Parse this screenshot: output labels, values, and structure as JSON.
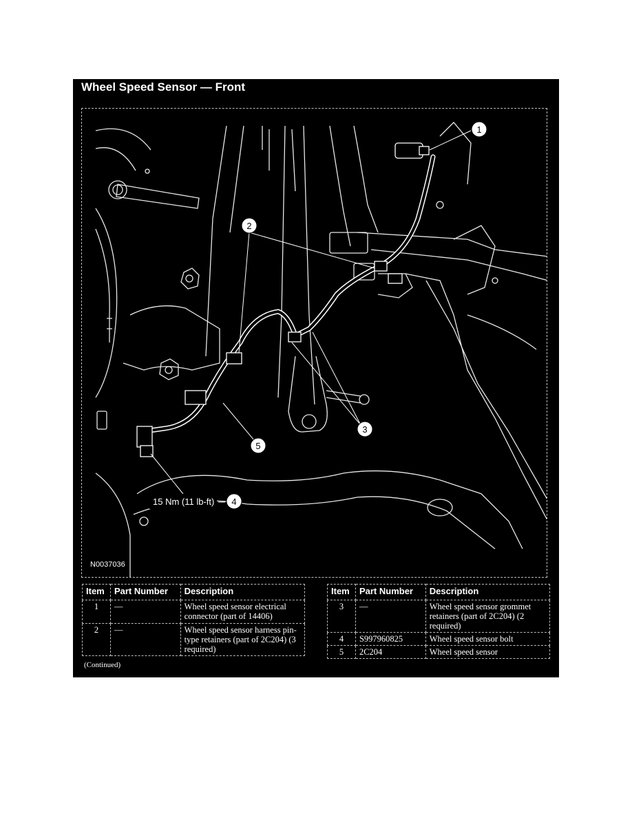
{
  "title": "Wheel Speed Sensor — Front",
  "figure": {
    "code": "N0037036",
    "torque_label": "15 Nm (11 lb-ft)",
    "callouts": [
      "1",
      "2",
      "3",
      "4",
      "5"
    ]
  },
  "tables": {
    "headers": [
      "Item",
      "Part Number",
      "Description"
    ],
    "left": [
      {
        "item": "1",
        "part": "—",
        "desc": "Wheel speed sensor electrical connector (part of 14406)"
      },
      {
        "item": "2",
        "part": "—",
        "desc": "Wheel speed sensor harness pin-type retainers (part of 2C204) (3 required)"
      }
    ],
    "right": [
      {
        "item": "3",
        "part": "—",
        "desc": "Wheel speed sensor grommet retainers (part of 2C204) (2 required)"
      },
      {
        "item": "4",
        "part": "S997960825",
        "desc": "Wheel speed sensor bolt"
      },
      {
        "item": "5",
        "part": "2C204",
        "desc": "Wheel speed sensor"
      }
    ]
  },
  "continued": "(Continued)"
}
